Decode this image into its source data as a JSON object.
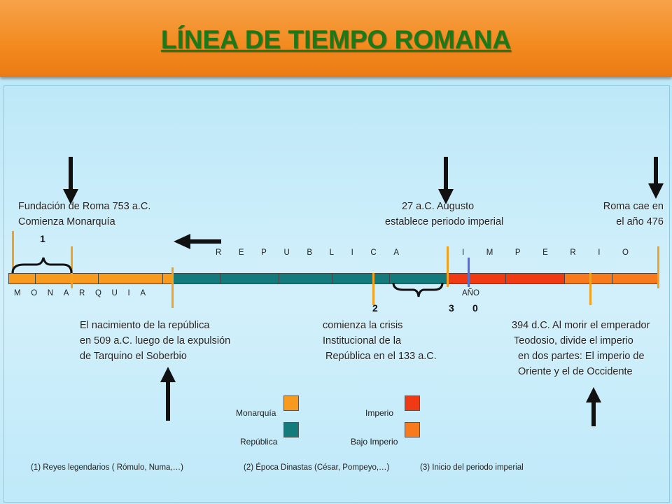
{
  "title": "LÍNEA DE TIEMPO ROMANA",
  "events_top": {
    "foundation_line1": "Fundación de Roma 753 a.C.",
    "foundation_line2": "Comienza Monarquía",
    "augustus_line1": "27 a.C. Augusto",
    "augustus_line2": "establece periodo imperial",
    "fall_line1": "Roma cae en",
    "fall_line2": "el año 476"
  },
  "events_bottom": {
    "republic_line1": "El nacimiento de la república",
    "republic_line2": "en 509 a.C. luego de la expulsión",
    "republic_line3": "de Tarquino el  Soberbio",
    "crisis_line1": "comienza la crisis",
    "crisis_line2": "Institucional de la",
    "crisis_line3": "República en el 133 a.C.",
    "division_line1": "394 d.C. Al morir el emperador",
    "division_line2": "Teodosio, divide el imperio",
    "division_line3": "en dos partes: El imperio de",
    "division_line4": "Oriente y el de Occidente"
  },
  "period_labels": {
    "monarquia": [
      "M",
      "O",
      "N",
      "A",
      "R",
      "Q",
      "U",
      "I",
      "A"
    ],
    "republica": [
      "R",
      "E",
      "P",
      "U",
      "B",
      "L",
      "I",
      "C",
      "A"
    ],
    "imperio": [
      "I",
      "M",
      "P",
      "E",
      "R",
      "I",
      "O"
    ],
    "ano": "AÑO"
  },
  "markers": {
    "m1": "1",
    "m2": "2",
    "m3": "3",
    "m0": "0"
  },
  "legend": {
    "monarquia": "Monarquía",
    "republica": "República",
    "imperio": "Imperio",
    "bajo_imperio": "Bajo Imperio"
  },
  "footnotes": {
    "f1": "(1) Reyes legendarios ( Rómulo, Numa,…)",
    "f2": "(2) Época Dinastas (César, Pompeyo,…)",
    "f3": "(3)  Inicio del  periodo  imperial"
  },
  "colors": {
    "monarquia": "#f79a1e",
    "republica": "#137b7b",
    "imperio": "#f03a14",
    "bajo_imperio": "#f77a1c",
    "title": "#1a7a1a"
  }
}
